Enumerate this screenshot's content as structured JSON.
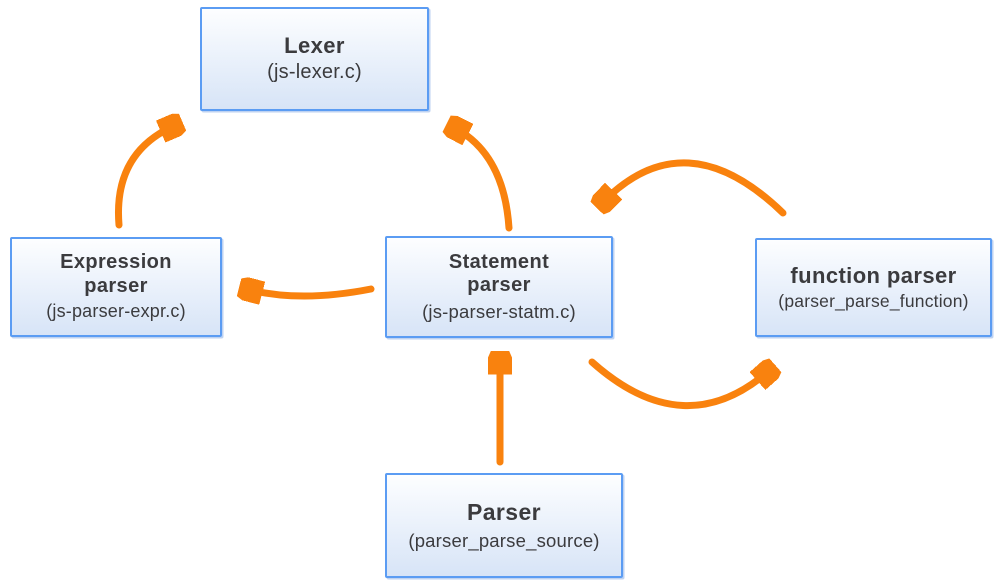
{
  "diagram": {
    "type": "flow-diagram",
    "colors": {
      "arrow": "#F9820E",
      "box_border": "#5B9CF3",
      "box_fill_top": "#FDFEFF",
      "box_fill_bottom": "#D7E4F7",
      "text": "#3B3B3E",
      "background": "#FFFFFF"
    },
    "nodes": {
      "lexer": {
        "title": "Lexer",
        "subtitle": "(js-lexer.c)"
      },
      "expression_parser": {
        "title": "Expression parser",
        "subtitle": "(js-parser-expr.c)"
      },
      "statement_parser": {
        "title": "Statement parser",
        "subtitle": "(js-parser-statm.c)"
      },
      "function_parser": {
        "title": "function parser",
        "subtitle": "(parser_parse_function)"
      },
      "parser": {
        "title": "Parser",
        "subtitle": "(parser_parse_source)"
      }
    },
    "edges": [
      {
        "from": "expression_parser",
        "to": "lexer",
        "style": "curved"
      },
      {
        "from": "statement_parser",
        "to": "lexer",
        "style": "curved"
      },
      {
        "from": "statement_parser",
        "to": "expression_parser",
        "style": "curved"
      },
      {
        "from": "function_parser",
        "to": "statement_parser",
        "style": "arc-over"
      },
      {
        "from": "statement_parser",
        "to": "function_parser",
        "style": "arc-under"
      },
      {
        "from": "parser",
        "to": "statement_parser",
        "style": "straight"
      }
    ]
  }
}
